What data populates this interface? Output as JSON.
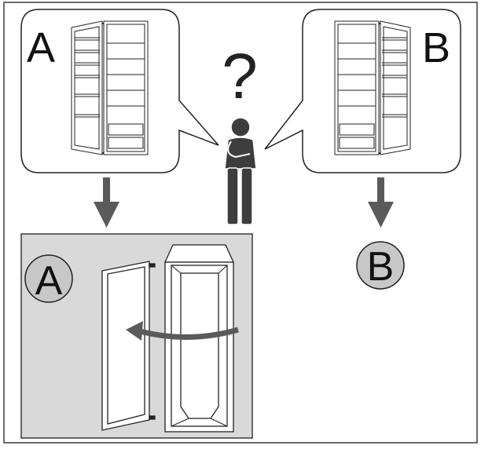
{
  "option_a": {
    "letter": "A",
    "result_letter": "A"
  },
  "option_b": {
    "letter": "B",
    "result_letter": "B"
  },
  "question_mark": "?",
  "colors": {
    "frame": "#3a3a3a",
    "arrow": "#5a5a5a",
    "person": "#3d3d3d",
    "panel_fill": "#d9d9d9",
    "circle_fill": "#c8c8c8",
    "door_curve": "#5a5a5a",
    "line": "#222222"
  },
  "icons": [
    "fridge-icon",
    "person-thinking-icon",
    "down-arrow-icon",
    "curved-arrow-icon"
  ]
}
